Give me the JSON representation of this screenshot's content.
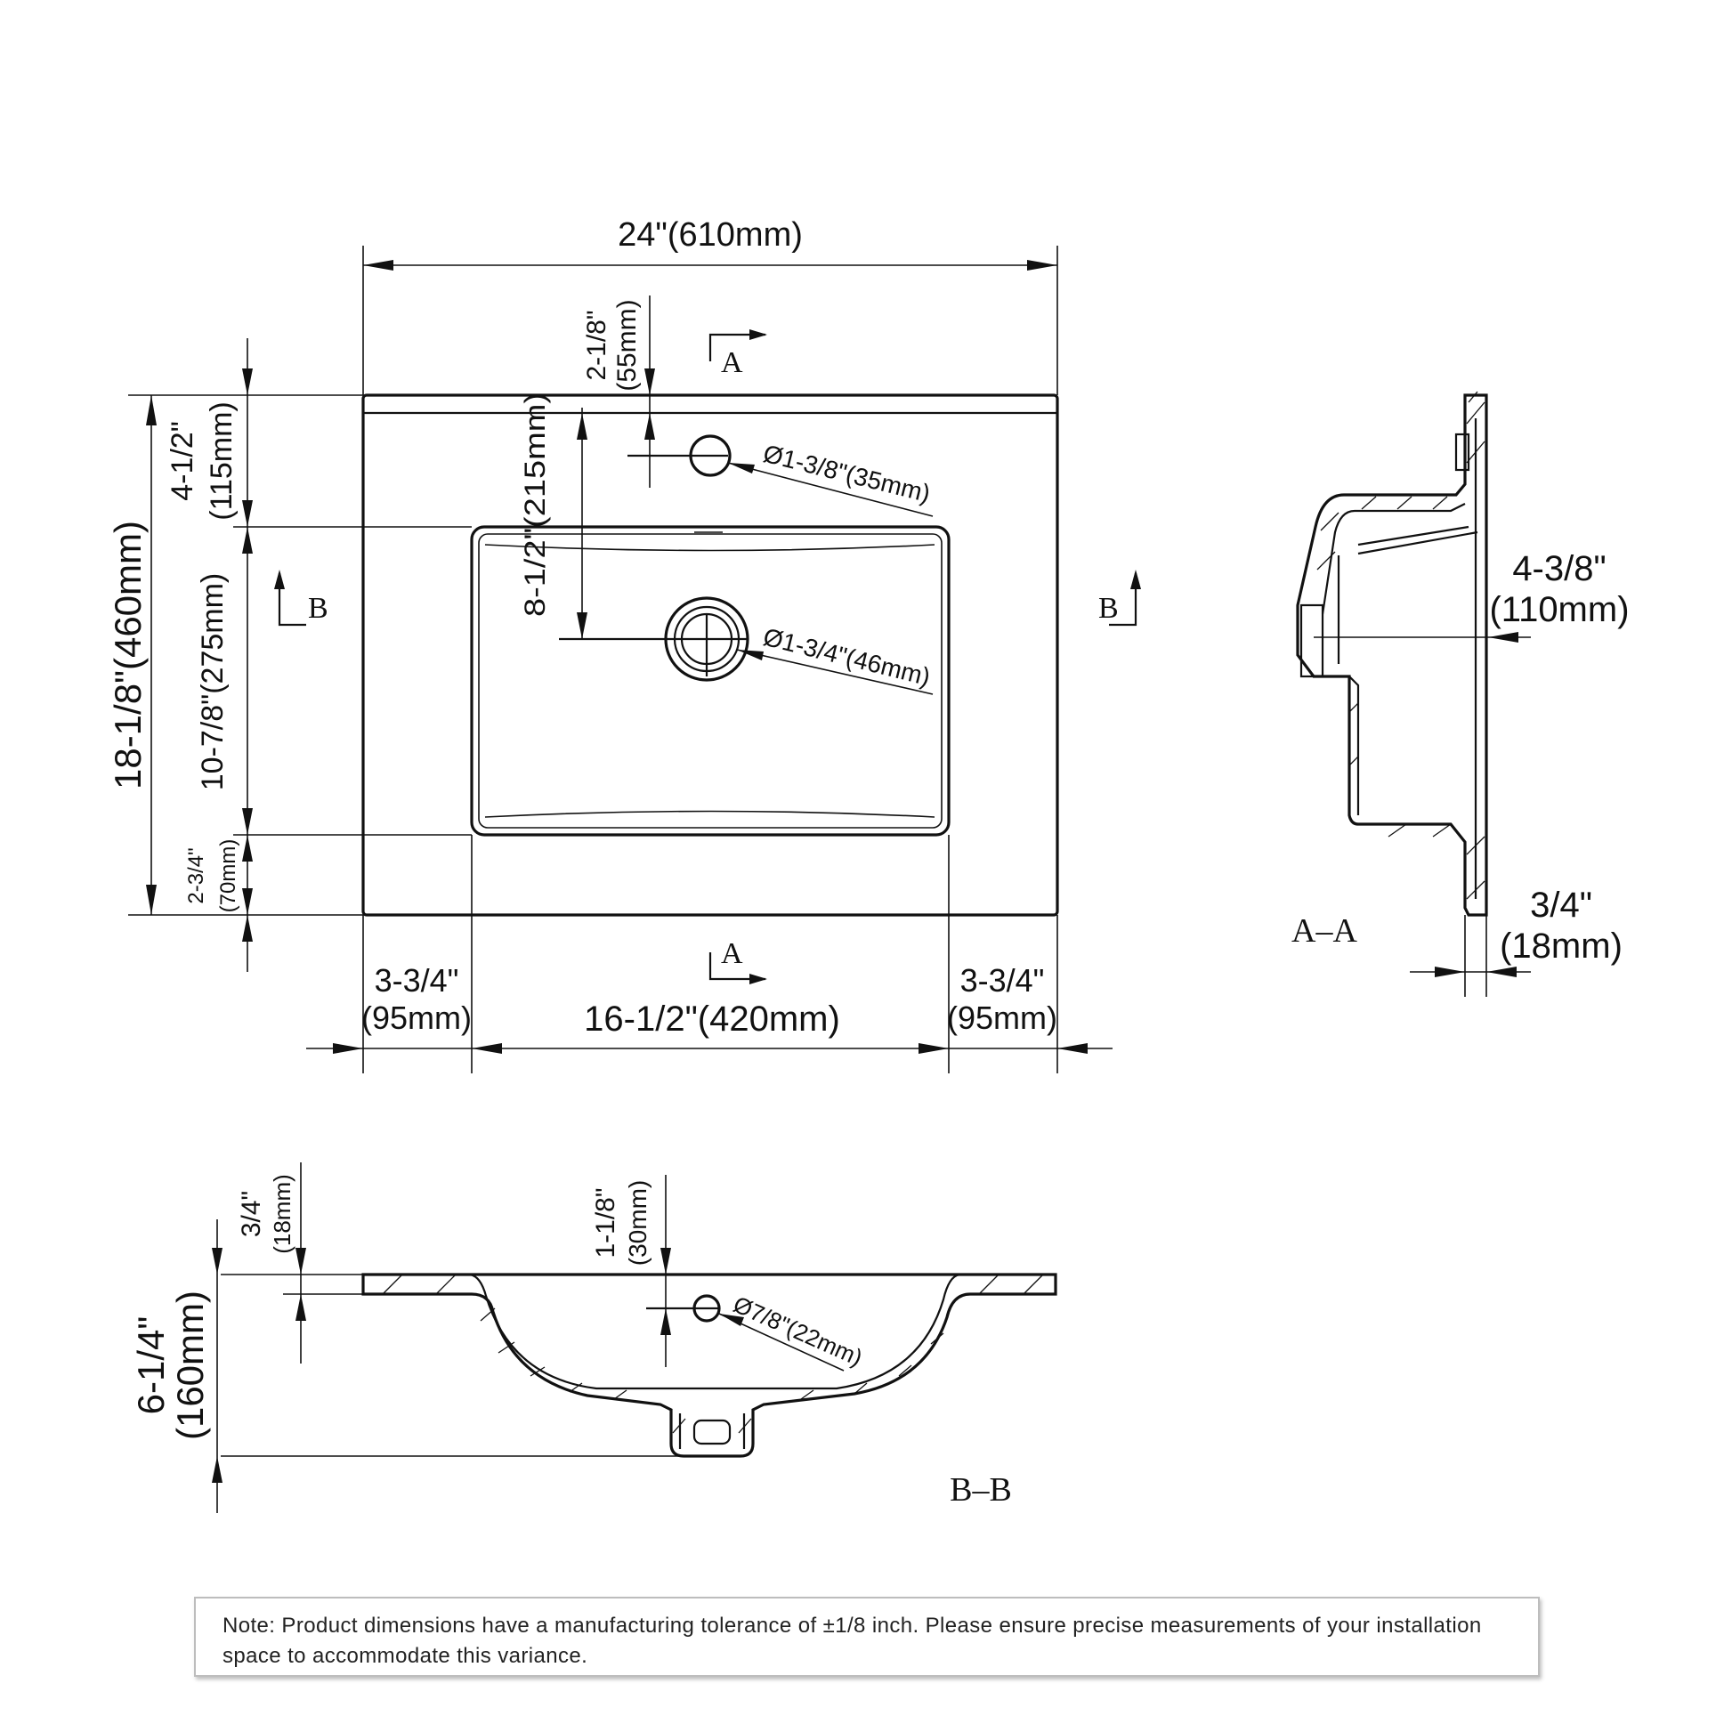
{
  "dimensions": {
    "overall_width": "24\"(610mm)",
    "overall_depth_in": "18-1/8\"",
    "overall_depth_mm": "(460mm)",
    "back_to_bowl_in": "4-1/2\"",
    "back_to_bowl_mm": "(115mm)",
    "bowl_depth_in": "10-7/8\"",
    "bowl_depth_mm": "(275mm)",
    "front_margin_in": "2-3/4\"",
    "front_margin_mm": "(70mm)",
    "faucet_offset_in": "2-1/8\"",
    "faucet_offset_mm": "(55mm)",
    "drain_offset": "8-1/2\"(215mm)",
    "faucet_hole": "Ø1-3/8\"(35mm)",
    "drain_hole": "Ø1-3/4\"(46mm)",
    "left_margin_in": "3-3/4\"",
    "left_margin_mm": "(95mm)",
    "bowl_width": "16-1/2\"(420mm)",
    "right_margin_in": "3-3/4\"",
    "right_margin_mm": "(95mm)"
  },
  "section_markers": {
    "a": "A",
    "b": "B"
  },
  "section_aa": {
    "title": "A–A",
    "height_in": "4-3/8\"",
    "height_mm": "(110mm)",
    "thickness_in": "3/4\"",
    "thickness_mm": "(18mm)"
  },
  "section_bb": {
    "title": "B–B",
    "thickness_in": "3/4\"",
    "thickness_mm": "(18mm)",
    "overflow_offset_in": "1-1/8\"",
    "overflow_offset_mm": "(30mm)",
    "overflow_hole": "Ø7/8\"(22mm)",
    "total_height_in": "6-1/4\"",
    "total_height_mm": "(160mm)"
  },
  "note": "Note: Product dimensions have a manufacturing tolerance of ±1/8 inch. Please ensure precise measurements of your installation space to accommodate this variance."
}
